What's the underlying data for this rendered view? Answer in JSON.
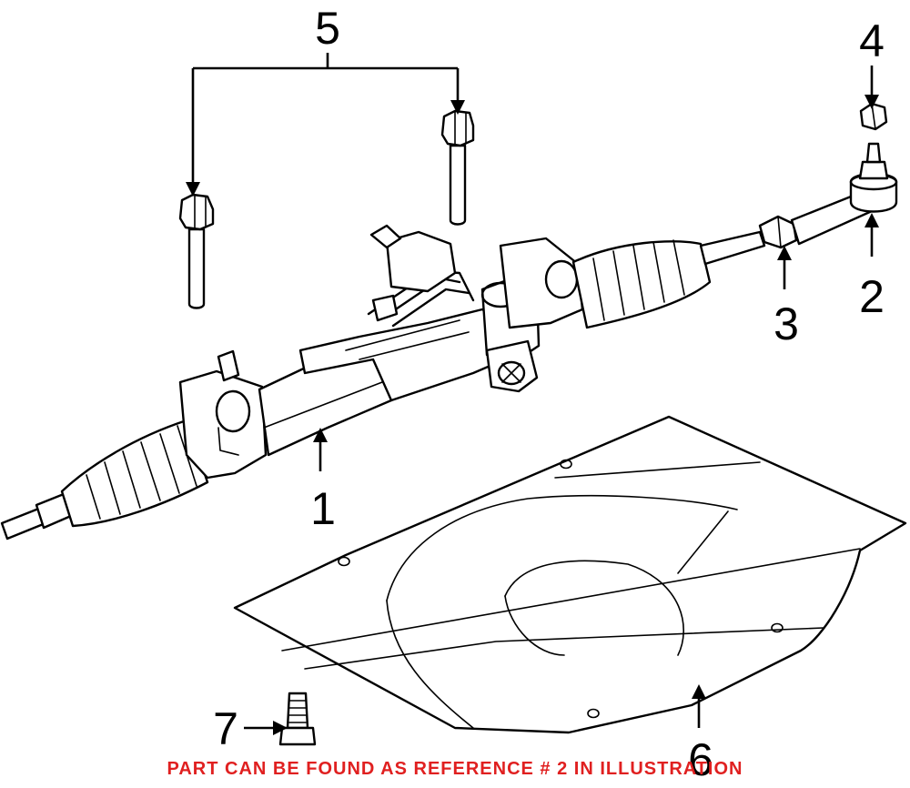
{
  "callouts": {
    "c1": "1",
    "c2": "2",
    "c3": "3",
    "c4": "4",
    "c5": "5",
    "c6": "6",
    "c7": "7"
  },
  "caption": "PART CAN BE FOUND AS REFERENCE # 2 IN ILLUSTRATION",
  "colors": {
    "caption": "#e02020",
    "line": "#000000",
    "background": "#ffffff"
  }
}
